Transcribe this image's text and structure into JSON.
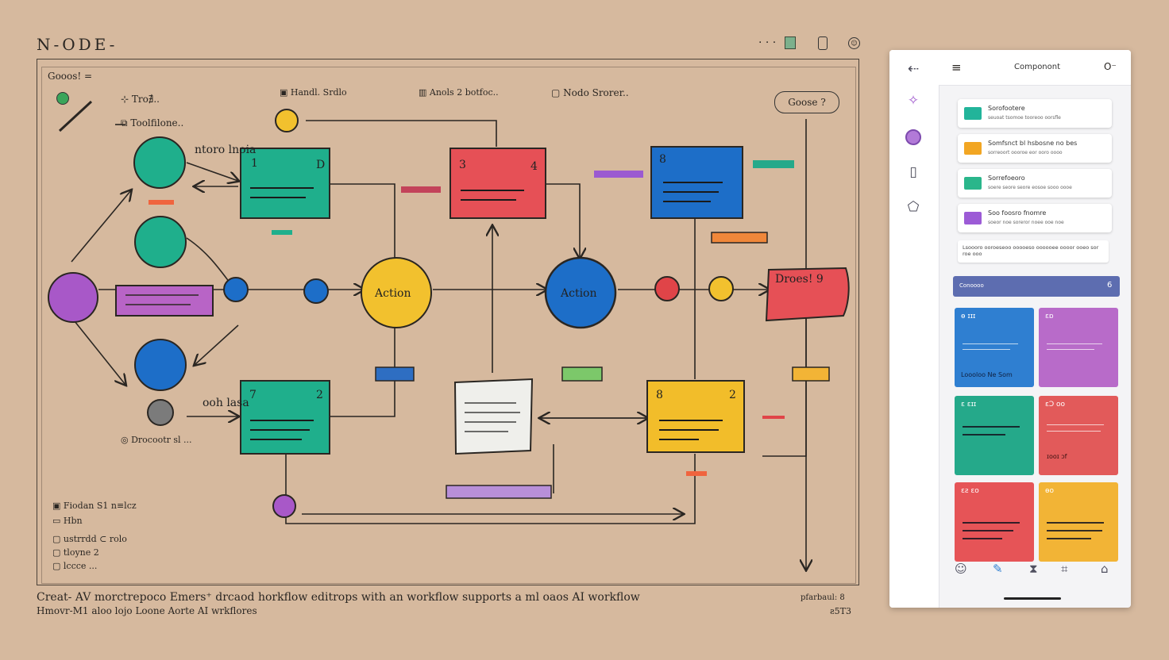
{
  "header": {
    "logo": "N-ODE-",
    "top_icons": [
      "dots-icon",
      "layers-icon",
      "phone-icon",
      "smiley-icon"
    ]
  },
  "sketch": {
    "groups_label": "Gooos! =",
    "tool1": "Tro∄..",
    "tool2": "Toolfilone..",
    "toolbar_items": [
      "Handl. Srdlo",
      "Anols 2 botfoc..",
      "Nodo Srorer.."
    ],
    "goal_button": "Goose ?",
    "node_labels": {
      "n1_left": "1",
      "n1_right": "D",
      "n3_left": "3",
      "n3_right": "4",
      "n8": "8",
      "n7_left": "7",
      "n7_right": "2",
      "nb_left": "8",
      "nb_right": "2"
    },
    "action1": "Action",
    "action2": "Action",
    "side_note1": "ntoro lnoia",
    "side_note2": "Droes! 9",
    "side_note3": "ooh lasa",
    "bottom_list": [
      "Fiodan S1 n≡lcz",
      "Hbn",
      "ustrrdd ⊂ rolo",
      "tloyne 2",
      "lccce ..."
    ],
    "desc_line1": "Creat- AV morctrepoco Emers⁺ drcaod horkflow editrops with an workflow supports a ml oaos AI workflow",
    "desc_line2": "Hmovr-M1 aloo lojo Loone Aorte AI wrkflores",
    "corner_note1": "pfarbaul: 8",
    "corner_note2": "ƨ5T3"
  },
  "panel": {
    "title": "Componont",
    "rail_icons": [
      "back-icon",
      "magic-icon",
      "circle-node-icon",
      "book-icon",
      "shape-icon"
    ],
    "components": [
      {
        "title": "Sorofootere",
        "sub": "seuoat tsomoe tooreoo oorsfle",
        "color": "#22b49a",
        "icon": "≡"
      },
      {
        "title": "Somfsnct bl hsbosne no bes",
        "sub": "sorreoort oooroe eor ooro oooo",
        "color": "#f2a623",
        "icon": "≡"
      },
      {
        "title": "Sorrefoeoro",
        "sub": "soere seore seore eosoe sooo oooe",
        "color": "#2ab68b",
        "icon": "≡"
      },
      {
        "title": "Soo foosro fnomre",
        "sub": "soeor noe soreror noee ooe noe",
        "color": "#9c5bd6",
        "icon": "≡"
      }
    ],
    "note_text": "Lsoooro ooroeseoo ooooeso oooooee oooor ooeo sor roe ooo",
    "group_header": "Conoooo",
    "group_count": "6",
    "cards": [
      {
        "title": "ɵ ɪɪɪ",
        "color": "#2f7fd1",
        "footer": "Loooloo Ne Som"
      },
      {
        "title": "ɛɒ",
        "color": "#b86bc9",
        "footer": ""
      },
      {
        "title": "ɛ ɛɪɪ",
        "color": "#25a98a",
        "footer": ""
      },
      {
        "title": "ɛƆ oo",
        "color": "#e25a5a",
        "footer": "ɪooɪ ɔf"
      },
      {
        "title": "ɛƨ ɛo",
        "color": "#e65457",
        "footer": ""
      },
      {
        "title": "ɵo",
        "color": "#f2b436",
        "footer": ""
      }
    ],
    "toolbar_icons": [
      "smiley-icon",
      "pen-icon",
      "hourglass-icon",
      "scan-icon",
      "lock-icon"
    ]
  }
}
